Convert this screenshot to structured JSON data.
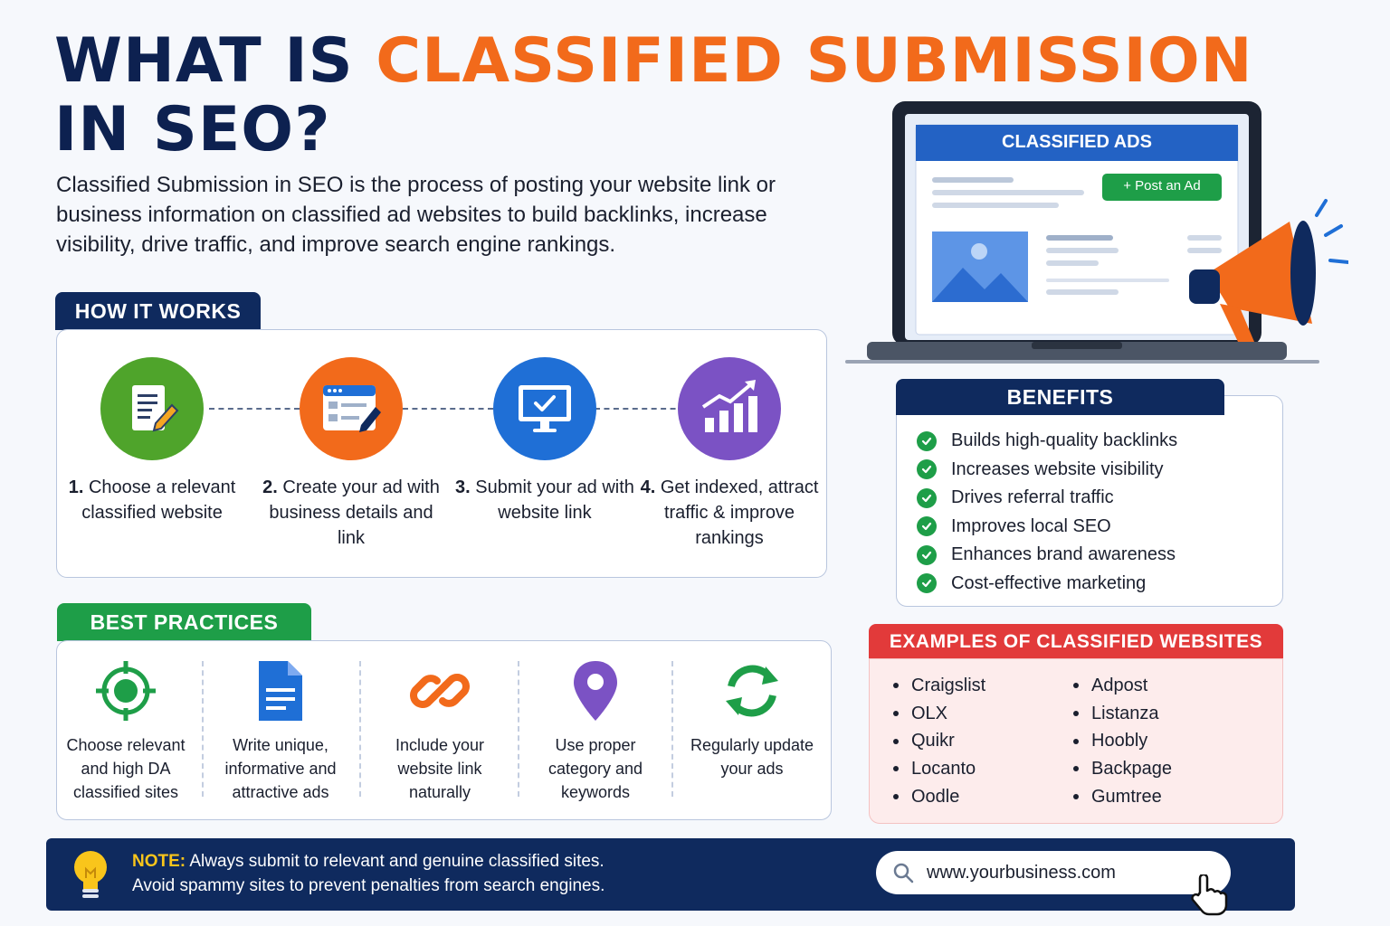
{
  "title": {
    "line1_plain": "WHAT IS ",
    "line1_accent": "CLASSIFIED SUBMISSION",
    "line2": "IN SEO?"
  },
  "intro": "Classified Submission in SEO is the process of posting your website link or business information on classified ad websites to build backlinks, increase visibility, drive traffic, and improve search engine rankings.",
  "laptop": {
    "header": "CLASSIFIED ADS",
    "post_button": "+ Post an Ad"
  },
  "how_it_works": {
    "heading": "HOW IT WORKS",
    "steps": [
      {
        "num": "1.",
        "text": "Choose a relevant classified website",
        "icon": "document-pen-icon",
        "color": "#4fa42b"
      },
      {
        "num": "2.",
        "text": "Create your ad with business details and link",
        "icon": "browser-form-icon",
        "color": "#f26a1b"
      },
      {
        "num": "3.",
        "text": "Submit your ad with website link",
        "icon": "monitor-check-icon",
        "color": "#1f6fd6"
      },
      {
        "num": "4.",
        "text": "Get indexed, attract traffic & improve rankings",
        "icon": "growth-chart-icon",
        "color": "#7b52c4"
      }
    ]
  },
  "best_practices": {
    "heading": "BEST PRACTICES",
    "items": [
      {
        "text": "Choose relevant and high DA classified sites",
        "icon": "target-icon"
      },
      {
        "text": "Write unique, informative and attractive ads",
        "icon": "document-icon"
      },
      {
        "text": "Include your website link naturally",
        "icon": "link-icon"
      },
      {
        "text": "Use proper category and keywords",
        "icon": "location-pin-icon"
      },
      {
        "text": "Regularly update your ads",
        "icon": "refresh-icon"
      }
    ]
  },
  "benefits": {
    "heading": "BENEFITS",
    "items": [
      "Builds high-quality backlinks",
      "Increases website visibility",
      "Drives referral traffic",
      "Improves local SEO",
      "Enhances brand awareness",
      "Cost-effective marketing"
    ]
  },
  "examples": {
    "heading": "EXAMPLES OF CLASSIFIED WEBSITES",
    "col1": [
      "Craigslist",
      "OLX",
      "Quikr",
      "Locanto",
      "Oodle"
    ],
    "col2": [
      "Adpost",
      "Listanza",
      "Hoobly",
      "Backpage",
      "Gumtree"
    ]
  },
  "note": {
    "label": "NOTE:",
    "line1": "Always submit to relevant and genuine classified sites.",
    "line2": "Avoid spammy sites to prevent penalties from search engines.",
    "url": "www.yourbusiness.com"
  },
  "colors": {
    "navy": "#0f2a5e",
    "orange": "#f26a1b",
    "green": "#1e9e48",
    "red": "#e23a3a",
    "blue": "#1f6fd6",
    "purple": "#7b52c4"
  }
}
